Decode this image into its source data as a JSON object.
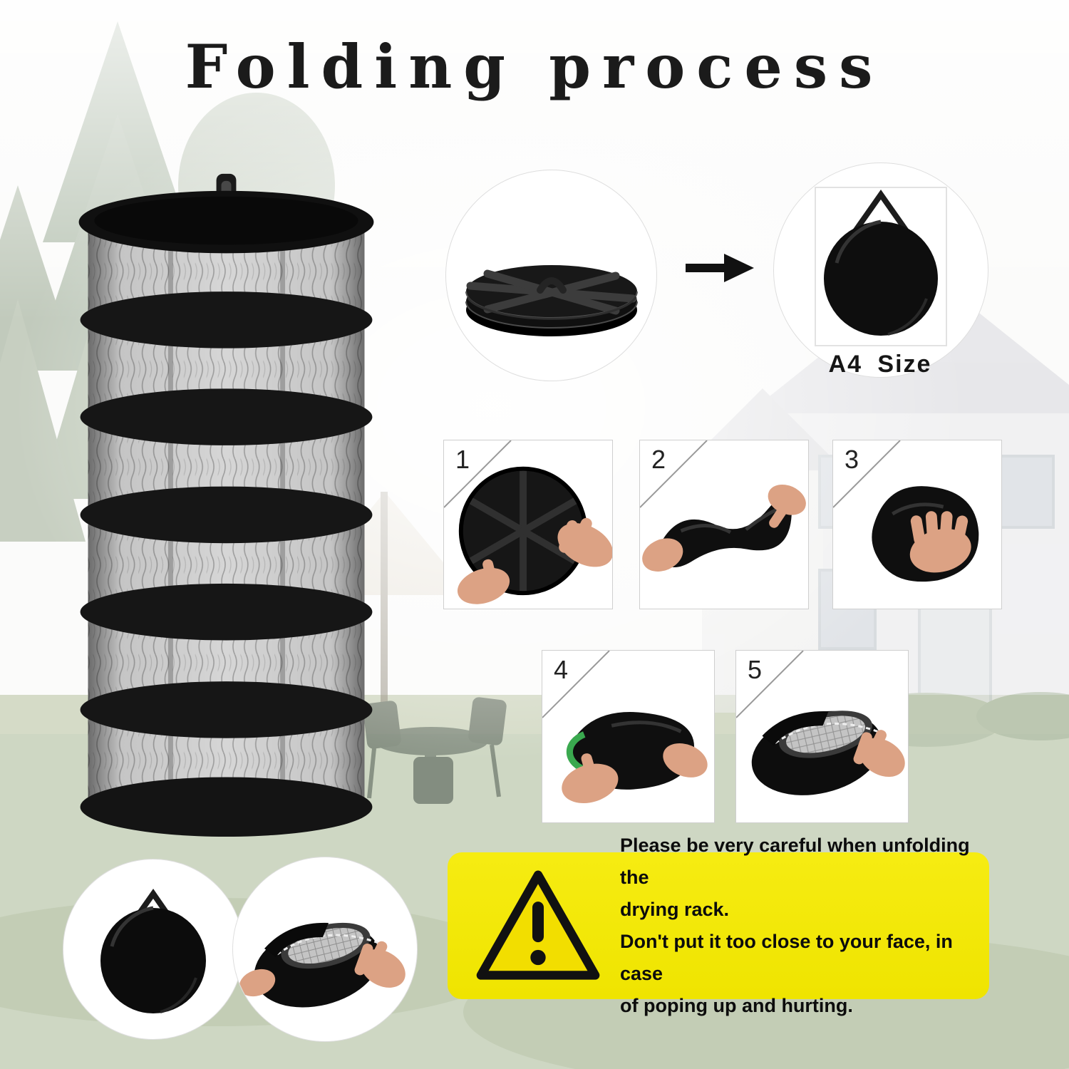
{
  "title": "Folding process",
  "collapse_panel": {
    "a4_label": "A4 Size"
  },
  "steps": [
    "1",
    "2",
    "3",
    "4",
    "5"
  ],
  "warning": {
    "lines": [
      "Please be very careful when unfolding the",
      "drying rack.",
      "Don't put it too close to your face, in case",
      "of poping up and hurting."
    ]
  },
  "icons": {
    "arrow_right": "→",
    "warning_triangle": "!"
  },
  "colors": {
    "warning_yellow": "#f2e600",
    "product_black": "#141414",
    "mesh_gray": "#d6d6d6"
  }
}
